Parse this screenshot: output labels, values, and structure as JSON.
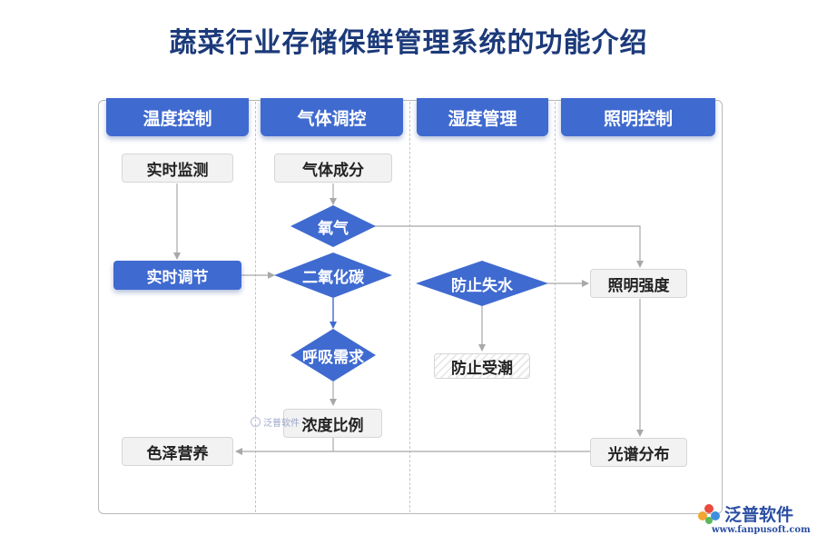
{
  "title": "蔬菜行业存储保鲜管理系统的功能介绍",
  "lanes": [
    "温度控制",
    "气体调控",
    "湿度管理",
    "照明控制"
  ],
  "nodes": {
    "realtime_monitor": "实时监测",
    "realtime_adjust": "实时调节",
    "gas_composition": "气体成分",
    "oxygen": "氧气",
    "co2": "二氧化碳",
    "respiration": "呼吸需求",
    "concentration_ratio": "浓度比例",
    "color_nutrition": "色泽营养",
    "prevent_water_loss": "防止失水",
    "prevent_moisture": "防止受潮",
    "light_intensity": "照明强度",
    "spectrum": "光谱分布"
  },
  "watermark": "泛普软件",
  "brand": {
    "name": "泛普软件",
    "url": "www.fanpusoft.com"
  },
  "colors": {
    "primary": "#3f6ad0",
    "title": "#1c3a7a",
    "box_fill": "#f2f2f2",
    "arrow_gray": "#a8a8a8"
  }
}
